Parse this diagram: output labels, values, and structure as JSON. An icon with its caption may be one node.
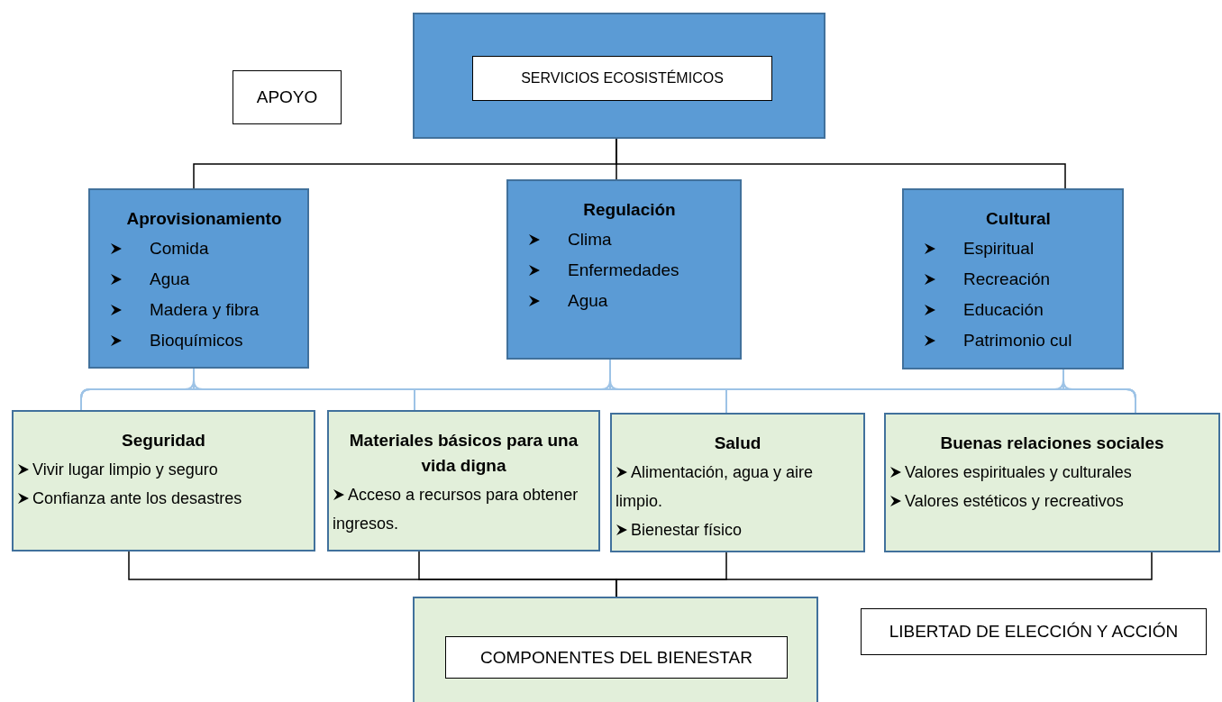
{
  "diagram": {
    "nodes": [
      {
        "text": [],
        "shape": "box"
      },
      {
        "text": [
          "SERVICIOS ECOSISTÉMICOS"
        ],
        "in": 0
      },
      {
        "text": [
          "APOYO"
        ]
      },
      {
        "text": [
          "Aprovisionamiento",
          "Comida",
          "Agua",
          "Madera y fibra",
          "Bioquímicos"
        ]
      },
      {
        "text": [
          "Regulación",
          "Clima",
          "Enfermedades",
          "Agua"
        ]
      },
      {
        "text": [
          "Cultural",
          "Espiritual",
          "Recreación",
          "Educación",
          "Patrimonio cul"
        ]
      },
      {
        "text": [
          "Seguridad",
          "Vivir lugar limpio y seguro",
          "Confianza ante los desastres"
        ]
      },
      {
        "text": [
          "Materiales básicos para una vida digna",
          "Acceso a recursos para obtener ingresos."
        ]
      },
      {
        "text": [
          "Salud",
          "Alimentación, agua y aire limpio.",
          "Bienestar físico"
        ]
      },
      {
        "text": [
          "Buenas relaciones sociales",
          "Valores espirituales y culturales",
          "Valores estéticos y recreativos"
        ]
      },
      {
        "text": [],
        "shape": "box"
      },
      {
        "text": [
          "COMPONENTES DEL BIENESTAR"
        ],
        "in": 10
      },
      {
        "text": [
          "LIBERTAD DE ELECCIÓN Y ACCIÓN"
        ]
      }
    ],
    "edges": [
      {
        "from": 0,
        "to": 3,
        "arrow": "none",
        "color": "#000000"
      },
      {
        "from": 0,
        "to": 4,
        "arrow": "none",
        "color": "#000000"
      },
      {
        "from": 0,
        "to": 5,
        "arrow": "none",
        "color": "#000000"
      },
      {
        "from": 3,
        "to": 6,
        "arrow": "none"
      },
      {
        "from": 3,
        "to": 7,
        "arrow": "none"
      },
      {
        "from": 3,
        "to": 8,
        "arrow": "none"
      },
      {
        "from": 3,
        "to": 9,
        "arrow": "none"
      },
      {
        "from": 4,
        "to": 6,
        "arrow": "none"
      },
      {
        "from": 4,
        "to": 7,
        "arrow": "none"
      },
      {
        "from": 4,
        "to": 8,
        "arrow": "none"
      },
      {
        "from": 4,
        "to": 9,
        "arrow": "none"
      },
      {
        "from": 5,
        "to": 6,
        "arrow": "none"
      },
      {
        "from": 5,
        "to": 7,
        "arrow": "none"
      },
      {
        "from": 5,
        "to": 8,
        "arrow": "none"
      },
      {
        "from": 5,
        "to": 9,
        "arrow": "none"
      },
      {
        "from": 6,
        "to": 10,
        "arrow": "none",
        "color": "#000000"
      },
      {
        "from": 7,
        "to": 10,
        "arrow": "none",
        "color": "#000000"
      },
      {
        "from": 8,
        "to": 10,
        "arrow": "none",
        "color": "#000000"
      },
      {
        "from": 9,
        "to": 10,
        "arrow": "none",
        "color": "#000000"
      }
    ]
  }
}
